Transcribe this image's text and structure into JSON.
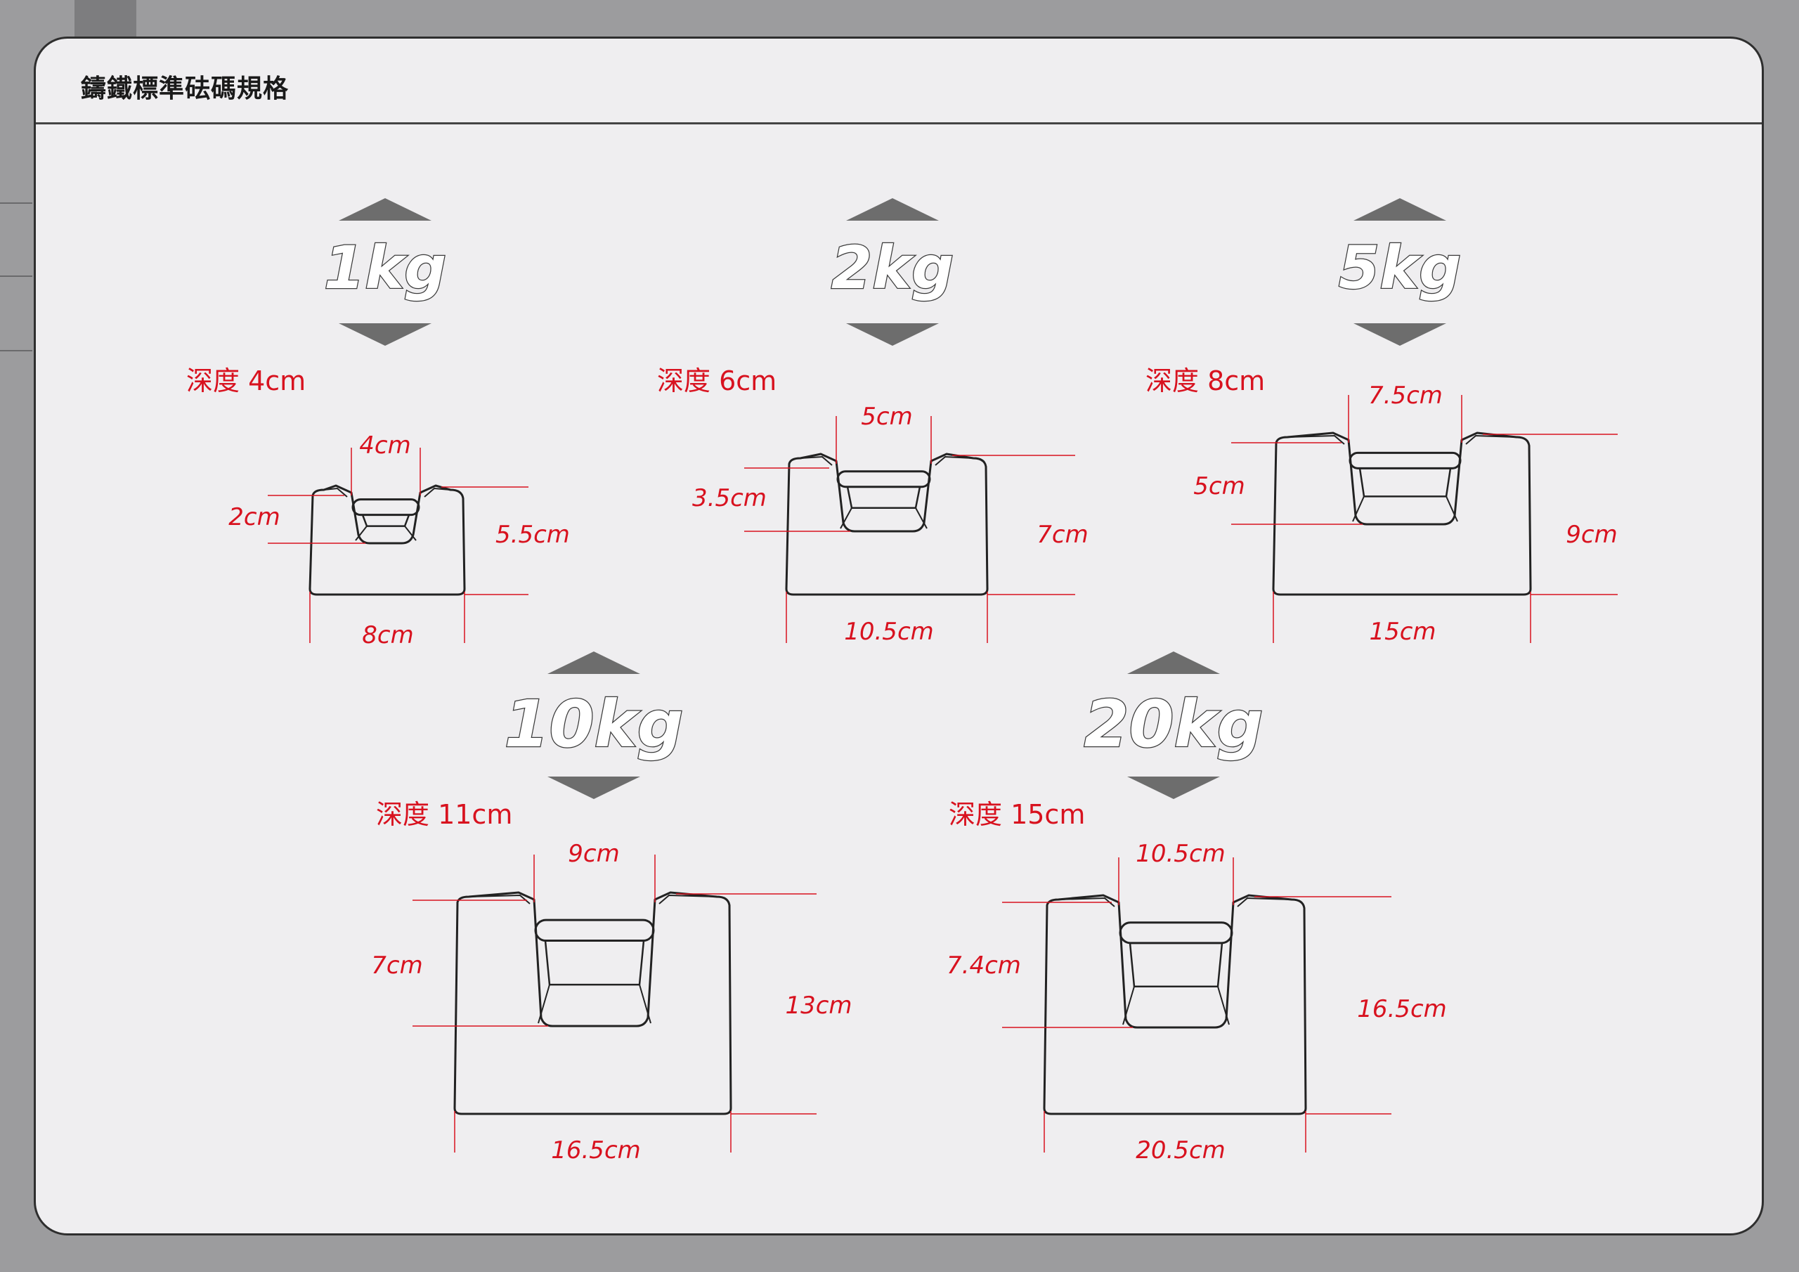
{
  "title": "鑄鐵標準砝碼規格",
  "colors": {
    "dimension": "#d8121f",
    "outline": "#222222",
    "arrow": "#6d6d6d"
  },
  "weights": [
    {
      "weight": "1kg",
      "depth": "深度 4cm",
      "slot": "4cm",
      "slot_depth": "2cm",
      "height": "5.5cm",
      "width": "8cm"
    },
    {
      "weight": "2kg",
      "depth": "深度 6cm",
      "slot": "5cm",
      "slot_depth": "3.5cm",
      "height": "7cm",
      "width": "10.5cm"
    },
    {
      "weight": "5kg",
      "depth": "深度 8cm",
      "slot": "7.5cm",
      "slot_depth": "5cm",
      "height": "9cm",
      "width": "15cm"
    },
    {
      "weight": "10kg",
      "depth": "深度 11cm",
      "slot": "9cm",
      "slot_depth": "7cm",
      "height": "13cm",
      "width": "16.5cm"
    },
    {
      "weight": "20kg",
      "depth": "深度 15cm",
      "slot": "10.5cm",
      "slot_depth": "7.4cm",
      "height": "16.5cm",
      "width": "20.5cm"
    }
  ]
}
